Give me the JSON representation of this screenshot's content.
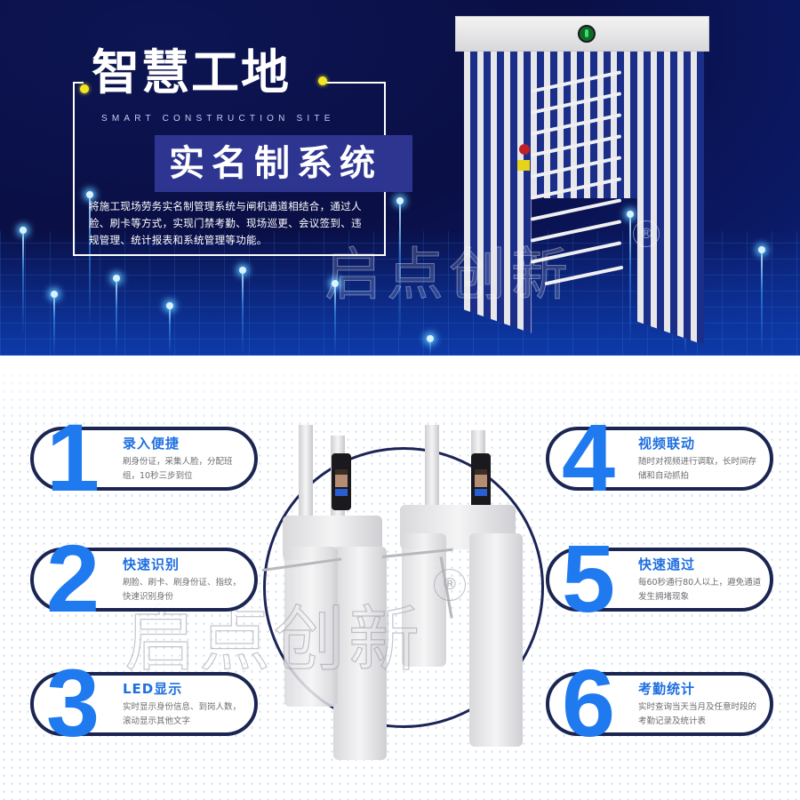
{
  "hero": {
    "title": "智慧工地",
    "subtitle": "SMART CONSTRUCTION SITE",
    "badge": "实名制系统",
    "description": "将施工现场劳务实名制管理系统与闸机通道相结合，通过人脸、刷卡等方式，实现门禁考勤、现场巡更、会议签到、违规管理、统计报表和系统管理等功能。",
    "watermark": "启点创新",
    "watermark_mark": "®"
  },
  "colors": {
    "hero_bg": "#0a0f45",
    "badge_bg": "#2e3590",
    "accent_blue": "#1f7af0",
    "title_blue": "#1f6fe0",
    "pill_border": "#1b2552",
    "dot_yellow": "#f3e620"
  },
  "features": [
    {
      "number": "1",
      "title": "录入便捷",
      "desc": "刷身份证，采集人脸，分配班组，10秒三步到位"
    },
    {
      "number": "2",
      "title": "快速识别",
      "desc": "刷脸、刷卡、刷身份证、指纹，快速识别身份"
    },
    {
      "number": "3",
      "title": "LED显示",
      "desc": "实时显示身份信息、到岗人数，滚动显示其他文字"
    },
    {
      "number": "4",
      "title": "视频联动",
      "desc": "随时对视频进行调取，长时间存储和自动抓拍"
    },
    {
      "number": "5",
      "title": "快速通过",
      "desc": "每60秒通行80人以上，避免通道发生拥堵现象"
    },
    {
      "number": "6",
      "title": "考勤统计",
      "desc": "实时查询当天当月及任意时段的考勤记录及统计表"
    }
  ],
  "lower": {
    "watermark": "启点创新",
    "watermark_mark": "®"
  }
}
